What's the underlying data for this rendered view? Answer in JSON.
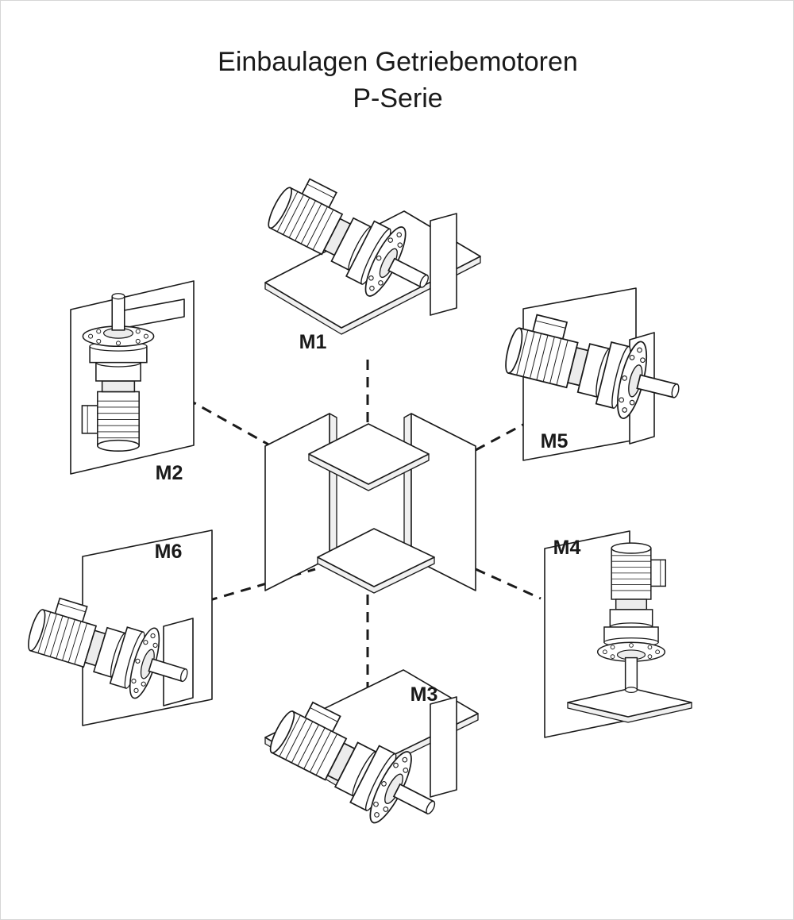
{
  "title": {
    "line1": "Einbaulagen Getriebemotoren",
    "line2": "P-Serie"
  },
  "positions": {
    "m1": "M1",
    "m2": "M2",
    "m3": "M3",
    "m4": "M4",
    "m5": "M5",
    "m6": "M6"
  },
  "colors": {
    "ink": "#1a1a1a",
    "paper": "#ffffff",
    "shade": "#ececec"
  }
}
